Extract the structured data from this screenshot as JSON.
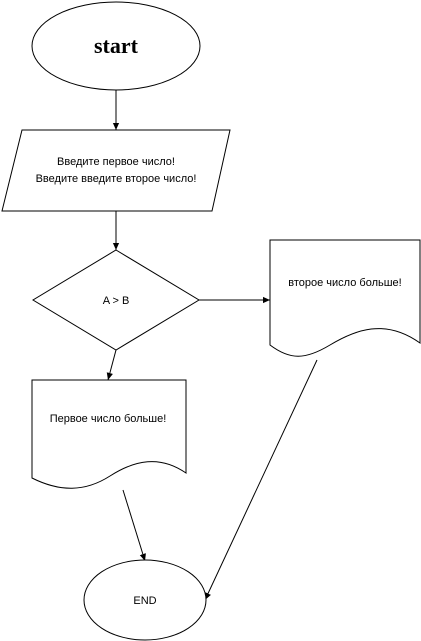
{
  "diagram": {
    "nodes": {
      "start": {
        "label": "start"
      },
      "input": {
        "line1": "Введите первое число!",
        "line2": "Введите введите второе число!"
      },
      "decision": {
        "label": "A > B"
      },
      "second_bigger": {
        "label": "второе число больше!"
      },
      "first_bigger": {
        "label": "Первое число больше!"
      },
      "end": {
        "label": "END"
      }
    },
    "edges": [
      {
        "from": "start",
        "to": "input"
      },
      {
        "from": "input",
        "to": "decision"
      },
      {
        "from": "decision",
        "to": "second_bigger"
      },
      {
        "from": "decision",
        "to": "first_bigger"
      },
      {
        "from": "first_bigger",
        "to": "end"
      },
      {
        "from": "second_bigger",
        "to": "end"
      }
    ]
  }
}
